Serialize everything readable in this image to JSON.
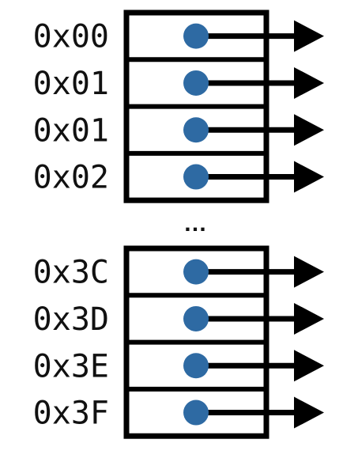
{
  "colors": {
    "stroke": "#000000",
    "dot": "#2e6aa3",
    "text": "#111111",
    "background": "#ffffff"
  },
  "icons": {
    "pointer_dot": "filled-circle",
    "pointer_arrow": "right-arrow"
  },
  "ellipsis": "…",
  "groups": [
    {
      "entries": [
        {
          "label": "0x00"
        },
        {
          "label": "0x01"
        },
        {
          "label": "0x01"
        },
        {
          "label": "0x02"
        }
      ]
    },
    {
      "entries": [
        {
          "label": "0x3C"
        },
        {
          "label": "0x3D"
        },
        {
          "label": "0x3E"
        },
        {
          "label": "0x3F"
        }
      ]
    }
  ]
}
